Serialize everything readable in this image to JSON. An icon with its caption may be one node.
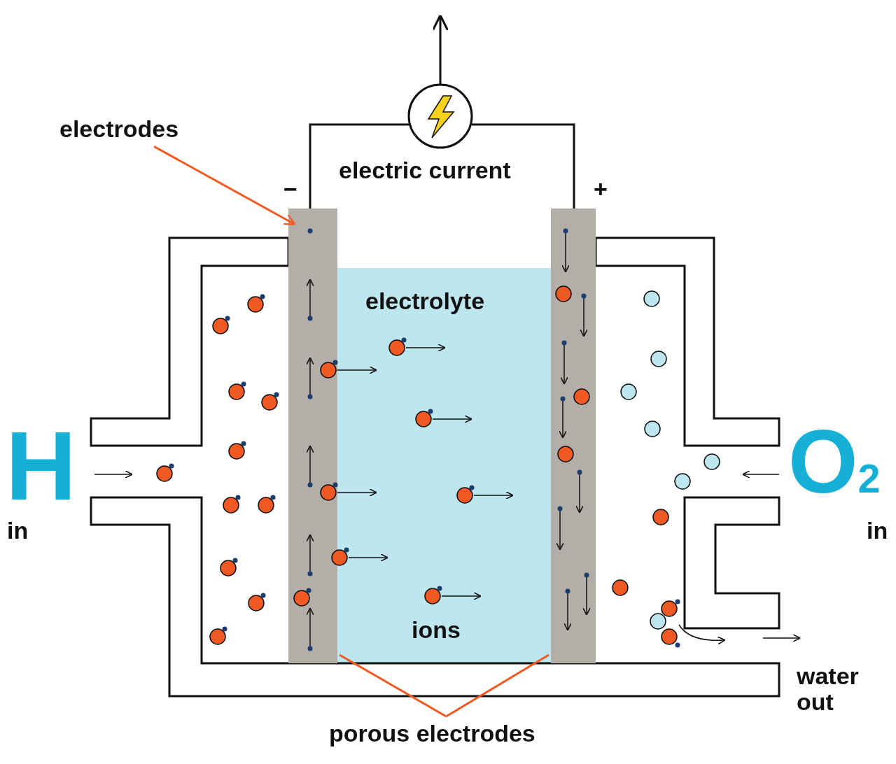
{
  "diagram": {
    "nodes": [
      {
        "text": [
          "electrodes"
        ]
      },
      {
        "text": [],
        "shape": "bar"
      },
      {
        "text": [],
        "shape": "bar"
      },
      {
        "text": [
          "porous electrodes"
        ]
      }
    ],
    "edges": [
      {
        "from": 0,
        "to": 1,
        "arrow": "to"
      },
      {
        "from": 3,
        "to": 1,
        "arrow": "none"
      },
      {
        "from": 3,
        "to": 2,
        "arrow": "none"
      }
    ],
    "labels": [
      "electric current",
      "−",
      "+",
      "electrolyte",
      "H",
      "in",
      "O$_{2}$",
      "in",
      "ions",
      "water out"
    ]
  }
}
